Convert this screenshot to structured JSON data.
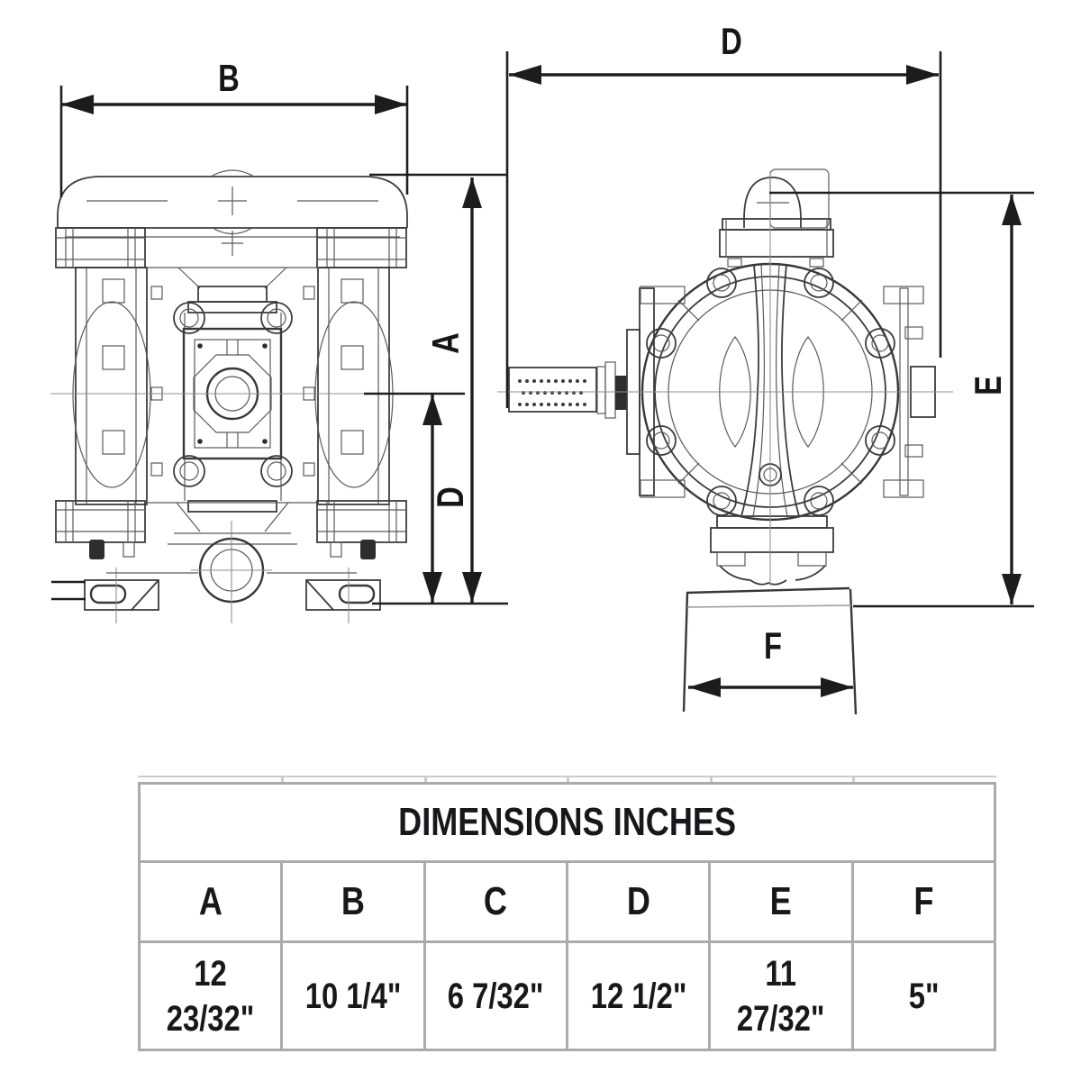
{
  "diagram": {
    "front_view": {
      "label_b": "B",
      "label_a": "A",
      "label_d": "D"
    },
    "side_view": {
      "label_d": "D",
      "label_e": "E",
      "label_f": "F"
    }
  },
  "table": {
    "title": "DIMENSIONS INCHES",
    "columns": [
      "A",
      "B",
      "C",
      "D",
      "E",
      "F"
    ],
    "values": [
      "12\n23/32\"",
      "10 1/4\"",
      "6 7/32\"",
      "12 1/2\"",
      "11 27/32\"",
      "5\""
    ]
  },
  "colors": {
    "line": "#3c3c3c",
    "dimension": "#1e1e1e",
    "table_border": "#ababab",
    "text": "#18181c",
    "background": "#ffffff"
  }
}
